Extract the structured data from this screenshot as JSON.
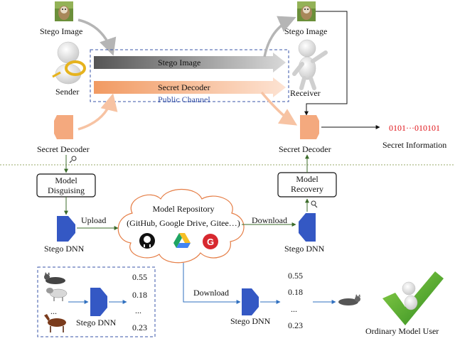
{
  "labels": {
    "stego_image_left": "Stego Image",
    "sender": "Sender",
    "secret_decoder_left": "Secret Decoder",
    "stego_image_right": "Stego Image",
    "receiver": "Receiver",
    "secret_decoder_right": "Secret Decoder",
    "bar_stego_image": "Stego Image",
    "bar_secret_decoder": "Secret Decoder",
    "public_channel": "Public Channel",
    "secret_bits": "0101···010101",
    "secret_information": "Secret Information",
    "model_disguising_line1": "Model",
    "model_disguising_line2": "Disguising",
    "model_recovery_line1": "Model",
    "model_recovery_line2": "Recovery",
    "stego_dnn_left": "Stego DNN",
    "stego_dnn_right": "Stego DNN",
    "upload": "Upload",
    "download_top": "Download",
    "repo_line1": "Model Repository",
    "repo_line2": "(GitHub, Google Drive, Gitee…)",
    "download_bottom": "Download",
    "stego_dnn_box": "Stego DNN",
    "stego_dnn_bottom": "Stego DNN",
    "ordinary_user": "Ordinary Model User",
    "box_dots": "...",
    "left_values": [
      "0.55",
      "0.18",
      "...",
      "0.23"
    ],
    "right_values": [
      "0.55",
      "0.18",
      "...",
      "0.23"
    ]
  },
  "colors": {
    "decoder_orange": "#f4a97e",
    "dnn_blue": "#3458c4",
    "bits_red": "#e0151b",
    "channel_blue": "#3a55a8",
    "divider_green": "#9aa86a"
  },
  "icons": [
    "dog-image-icon",
    "sender-figure-icon",
    "receiver-figure-icon",
    "magnifier-icon",
    "github-icon",
    "google-drive-icon",
    "gitee-icon",
    "cloud-icon",
    "cat-image-icon",
    "horse-image-icon",
    "checkmark-user-icon"
  ]
}
